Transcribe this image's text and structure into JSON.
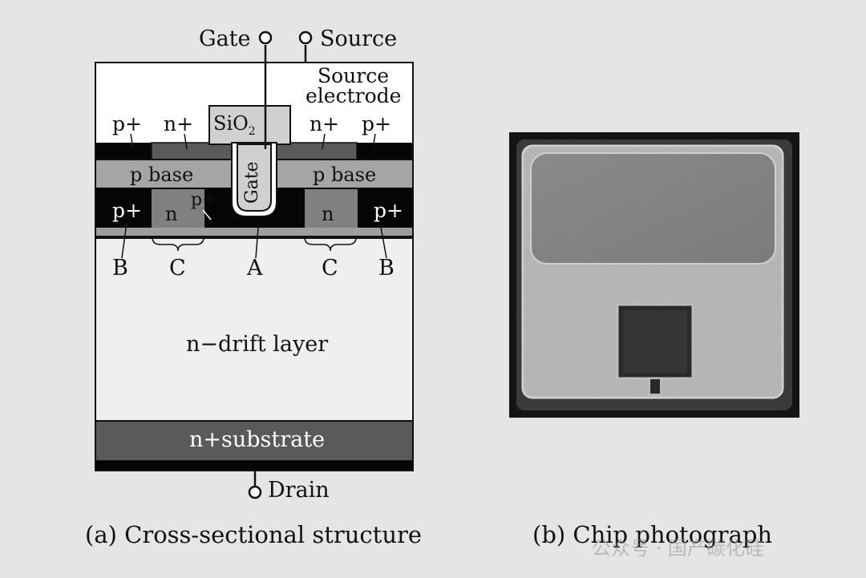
{
  "diagram": {
    "terminals": {
      "gate": "Gate",
      "source": "Source",
      "drain": "Drain"
    },
    "source_electrode_line1": "Source",
    "source_electrode_line2": "electrode",
    "oxide": {
      "base": "SiO",
      "sub": "2"
    },
    "gate_label": "Gate",
    "p_plus": "p+",
    "n_plus": "n+",
    "p_base": "p base",
    "n_region": "n",
    "markers": {
      "a": "A",
      "b": "B",
      "c": "C"
    },
    "drift_layer": "n−drift layer",
    "substrate": "n+substrate"
  },
  "captions": {
    "left": "(a) Cross-sectional structure",
    "right": "(b) Chip photograph"
  },
  "watermark": "公众号 · 国产碳化硅",
  "colors": {
    "background": "#e4e6e5",
    "dark_gray": "#5a5a5a",
    "mid_gray": "#9e9e9e",
    "light_gray": "#cfcfcf",
    "drift": "#efefef",
    "black": "#050505"
  }
}
